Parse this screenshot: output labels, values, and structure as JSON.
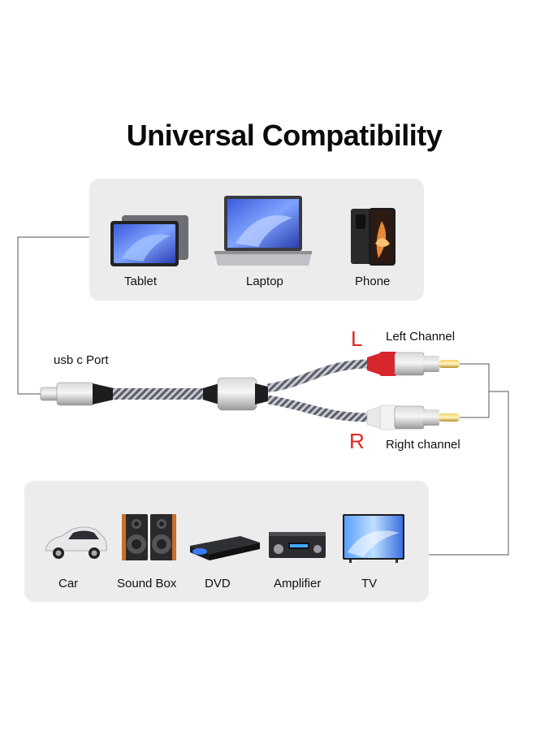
{
  "title": "Universal Compatibility",
  "source_devices": [
    {
      "label": "Tablet",
      "icon": "tablet-icon"
    },
    {
      "label": "Laptop",
      "icon": "laptop-icon"
    },
    {
      "label": "Phone",
      "icon": "phone-icon"
    }
  ],
  "cable": {
    "port_label": "usb c Port",
    "left": {
      "letter": "L",
      "label": "Left Channel",
      "color": "#e0261b"
    },
    "right": {
      "letter": "R",
      "label": "Right channel",
      "color": "#e0261b"
    }
  },
  "output_devices": [
    {
      "label": "Car",
      "icon": "car-icon"
    },
    {
      "label": "Sound Box",
      "icon": "speaker-icon"
    },
    {
      "label": "DVD",
      "icon": "dvd-player-icon"
    },
    {
      "label": "Amplifier",
      "icon": "amplifier-icon"
    },
    {
      "label": "TV",
      "icon": "tv-icon"
    }
  ],
  "colors": {
    "panel": "#ececec",
    "accent_red": "#e0261b",
    "connector_red": "#d7262c",
    "line": "#555555"
  }
}
